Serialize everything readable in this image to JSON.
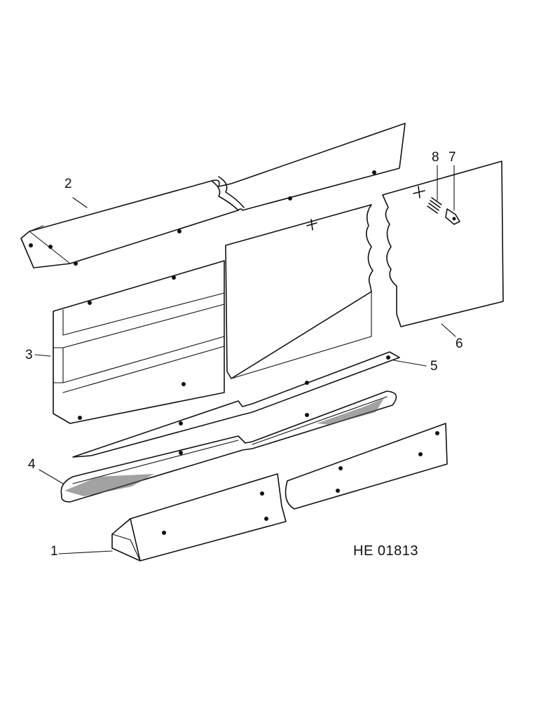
{
  "callouts": [
    {
      "label": "1"
    },
    {
      "label": "2"
    },
    {
      "label": "3"
    },
    {
      "label": "4"
    },
    {
      "label": "5"
    },
    {
      "label": "6"
    },
    {
      "label": "7"
    },
    {
      "label": "8"
    }
  ],
  "drawing_code": "HE 01813"
}
